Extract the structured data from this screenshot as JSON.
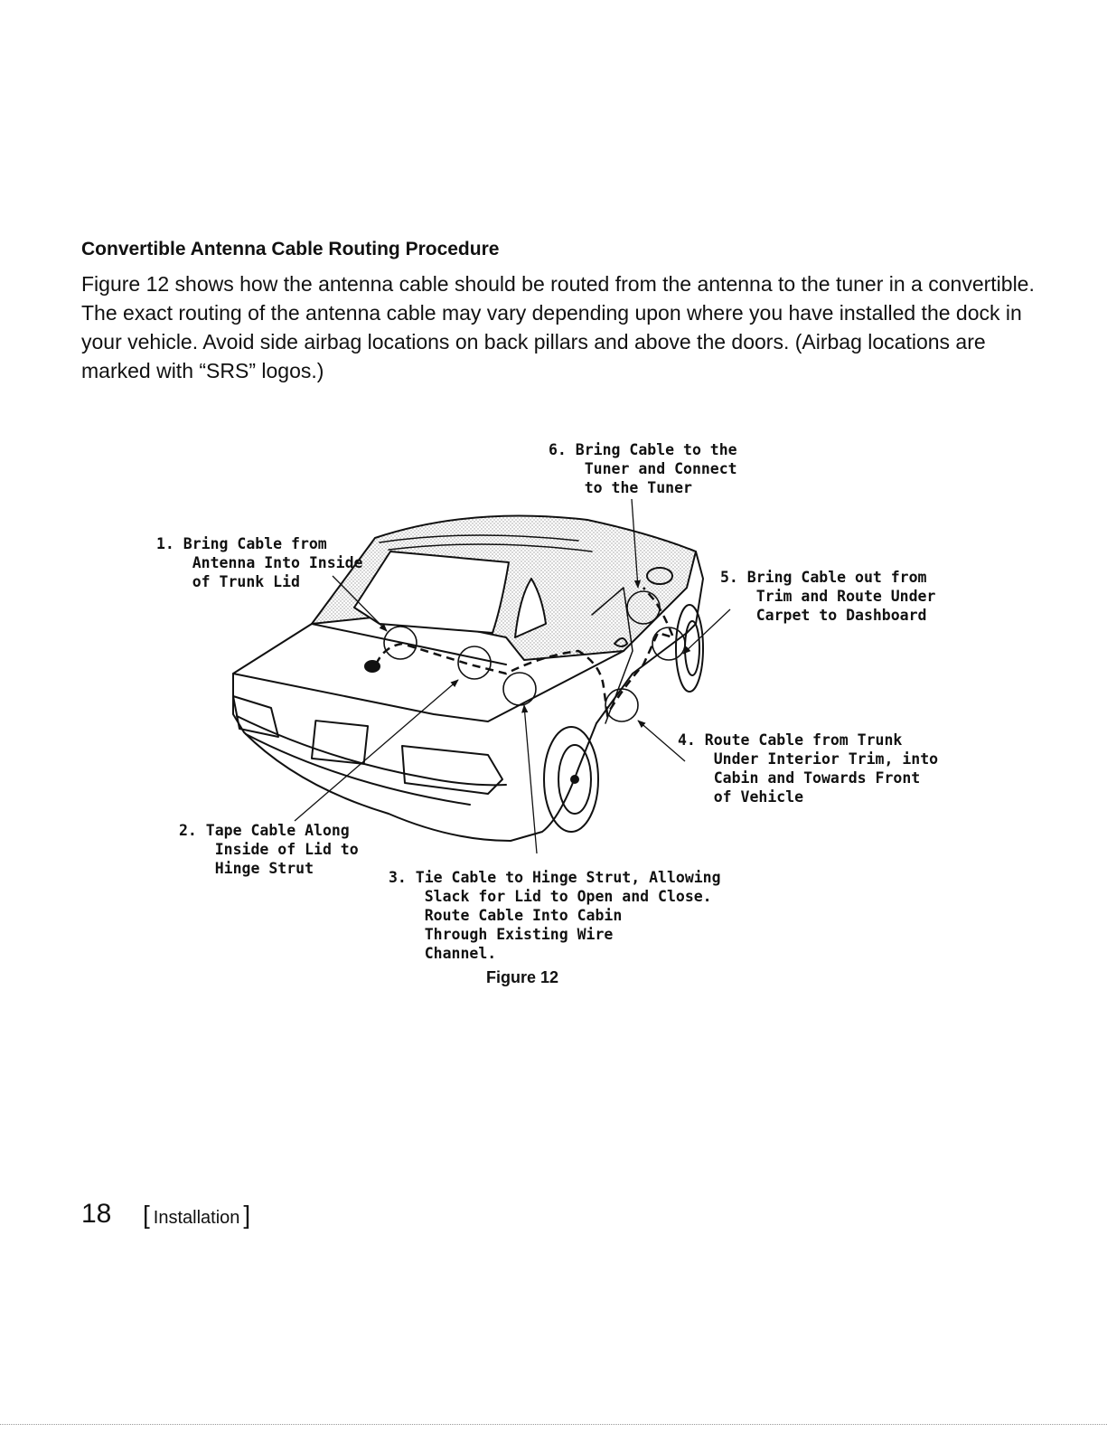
{
  "heading": "Convertible Antenna Cable Routing Procedure",
  "intro": "Figure 12 shows how the antenna cable should be routed from the antenna to the tuner in a convertible. The exact routing of the antenna cable may vary depending upon where you have installed the dock in your vehicle. Avoid side airbag locations on back pillars and above the doors. (Airbag locations are marked with “SRS” logos.)",
  "figure": {
    "callouts": {
      "step1": "1. Bring Cable from\n    Antenna Into Inside\n    of Trunk Lid",
      "step2": "2. Tape Cable Along\n    Inside of Lid to\n    Hinge Strut",
      "step3": "3. Tie Cable to Hinge Strut, Allowing\n    Slack for Lid to Open and Close.\n    Route Cable Into Cabin\n    Through Existing Wire\n    Channel.",
      "step4": "4. Route Cable from Trunk\n    Under Interior Trim, into\n    Cabin and Towards Front\n    of Vehicle",
      "step5": "5. Bring Cable out from\n    Trim and Route Under\n    Carpet to Dashboard",
      "step6": "6. Bring Cable to the\n    Tuner and Connect\n    to the Tuner"
    },
    "caption": "Figure 12"
  },
  "footer": {
    "page_number": "18",
    "bracket_open": "[",
    "section": "Installation",
    "bracket_close": "]"
  }
}
